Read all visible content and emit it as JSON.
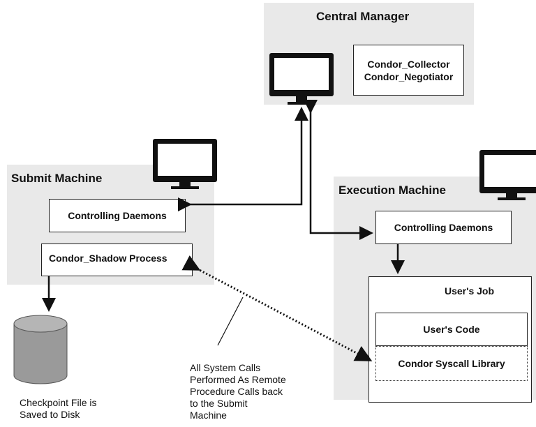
{
  "central_manager": {
    "title": "Central Manager",
    "box_line1": "Condor_Collector",
    "box_line2": "Condor_Negotiator"
  },
  "submit_machine": {
    "title": "Submit Machine",
    "controlling_daemons": "Controlling Daemons",
    "shadow_process": "Condor_Shadow Process"
  },
  "execution_machine": {
    "title": "Execution Machine",
    "controlling_daemons": "Controlling Daemons",
    "users_job": "User's Job",
    "users_code": "User's Code",
    "syscall_library": "Condor Syscall Library"
  },
  "checkpoint": {
    "line1": "Checkpoint File is",
    "line2": "Saved to Disk"
  },
  "remote_calls_note": {
    "line1": "All System Calls",
    "line2": "Performed As Remote",
    "line3": "Procedure Calls back",
    "line4": "to the Submit",
    "line5": "Machine"
  },
  "icons": {
    "monitor": "monitor-icon",
    "disk": "database-cylinder-icon"
  },
  "colors": {
    "region_fill": "#e9e9e9",
    "box_fill": "#ffffff",
    "line": "#111111",
    "disk_fill": "#9a9a9a"
  }
}
